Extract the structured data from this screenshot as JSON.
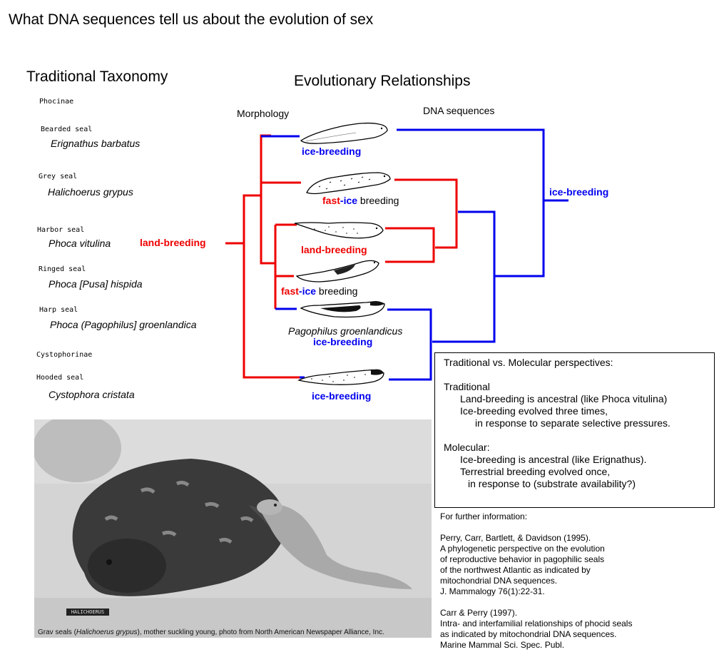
{
  "title": "What DNA sequences tell us about the evolution of sex",
  "traditional": {
    "heading": "Traditional Taxonomy",
    "subfamily1": "Phocinae",
    "subfamily2": "Cystophorinae",
    "species": [
      {
        "common": "Bearded seal",
        "sci": "Erignathus barbatus"
      },
      {
        "common": "Grey seal",
        "sci": "Halichoerus grypus"
      },
      {
        "common": "Harbor seal",
        "sci": "Phoca vitulina"
      },
      {
        "common": "Ringed seal",
        "sci": "Phoca [Pusa] hispida"
      },
      {
        "common": "Harp seal",
        "sci": "Phoca (Pagophilus] groenlandica"
      },
      {
        "common": "Hooded seal",
        "sci": "Cystophora cristata"
      }
    ]
  },
  "evolutionary": {
    "heading": "Evolutionary Relationships",
    "morphology": "Morphology",
    "dna": "DNA sequences",
    "land_breeding_root": "land-breeding",
    "ice_breeding_dna": "ice-breeding",
    "seal_labels": {
      "bearded": "ice-breeding",
      "grey_fast": "fast",
      "grey_ice": "-ice",
      "grey_breeding": " breeding",
      "harbor": "land-breeding",
      "ringed_fast": "fast",
      "ringed_ice": "-ice",
      "ringed_breeding": " breeding",
      "harp_sci": "Pagophilus groenlandicus",
      "harp": "ice-breeding",
      "hooded": "ice-breeding"
    },
    "colors": {
      "red": "#ee0000",
      "blue": "#0000ee"
    }
  },
  "perspectives": {
    "heading": "Traditional vs. Molecular perspectives:",
    "trad_title": "Traditional",
    "trad_1": "Land-breeding is ancestral (like Phoca vitulina)",
    "trad_2": "Ice-breeding evolved three times,",
    "trad_3": "in response to separate selective pressures.",
    "mol_title": "Molecular:",
    "mol_1": "Ice-breeding is ancestral (like Erignathus).",
    "mol_2": "Terrestrial breeding evolved once,",
    "mol_3": "in response to (substrate availability?)"
  },
  "references": {
    "heading": "For further information:",
    "ref1": [
      "Perry, Carr, Bartlett, & Davidson (1995).",
      "A phylogenetic perspective on the evolution",
      "of reproductive behavior in pagophilic seals",
      "of the northwest Atlantic as indicated by",
      "mitochondrial DNA sequences.",
      "J. Mammalogy 76(1):22-31."
    ],
    "ref2": [
      "Carr & Perry (1997).",
      "Intra- and interfamilial relationships of phocid seals",
      "as indicated by mitochondrial DNA sequences.",
      "Marine Mammal Sci. Spec. Publ."
    ]
  },
  "photo": {
    "caption_prefix": "Grav seals (",
    "caption_sci": "Halichoerus grypus",
    "caption_suffix": "), mother suckling young, photo from North American Newspaper Alliance, Inc.",
    "tag": "HALICHOERUS"
  }
}
